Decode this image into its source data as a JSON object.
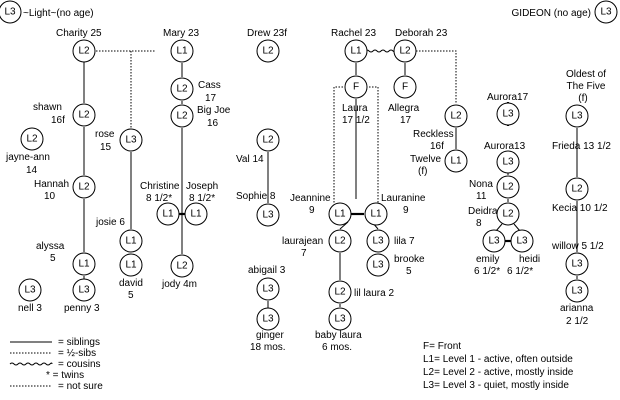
{
  "nodes": {
    "light": "L3",
    "gideon": "L3",
    "charity": "L2",
    "mary": "L1",
    "drew": "L2",
    "rachel": "L1",
    "deborah": "L2",
    "cass": "L2",
    "bigjoe": "L2",
    "shawn": "L2",
    "rose": "L3",
    "jayneann": "L2",
    "hannah": "L2",
    "alyssa": "L1",
    "penny": "L3",
    "nell": "L3",
    "josie": "L1",
    "david": "L1",
    "christine": "L1",
    "joseph": "L1",
    "jody": "L2",
    "laura": "F",
    "allegra": "F",
    "reckless": "L2",
    "twelve": "L1",
    "val": "L2",
    "sophie": "L3",
    "jeannine": "L1",
    "lauranine": "L1",
    "laurajean": "L2",
    "lila": "L3",
    "brooke": "L3",
    "lillaura": "L2",
    "babylaura": "L3",
    "abigail": "L3",
    "ginger": "L3",
    "aurora17": "L3",
    "aurora13": "L3",
    "nona": "L2",
    "deidra": "L2",
    "emily": "L3",
    "heidi": "L3",
    "frieda": "L3",
    "kecia": "L2",
    "willow": "L3",
    "arianna": "L3"
  },
  "labels": {
    "light": "~Light~(no age)",
    "gideon": "GIDEON (no age)",
    "charity": "Charity 25",
    "mary": "Mary 23",
    "drew": "Drew 23f",
    "rachel": "Rachel 23",
    "deborah": "Deborah 23",
    "cass": "Cass",
    "cass_age": "17",
    "bigjoe": "Big Joe",
    "bigjoe_age": "16",
    "shawn": "shawn",
    "shawn_age": "16f",
    "rose": "rose",
    "rose_age": "15",
    "jayneann": "jayne-ann",
    "jayneann_age": "14",
    "hannah": "Hannah",
    "hannah_age": "10",
    "alyssa": "alyssa",
    "alyssa_age": "5",
    "penny": "penny 3",
    "nell": "nell 3",
    "josie": "josie 6",
    "david": "david",
    "david_age": "5",
    "christine": "Christine",
    "christine_age": "8 1/2*",
    "joseph": "Joseph",
    "joseph_age": "8 1/2*",
    "jody": "jody 4m",
    "laura": "Laura",
    "laura_age": "17 1/2",
    "allegra": "Allegra",
    "allegra_age": "17",
    "reckless": "Reckless",
    "reckless_age": "16f",
    "twelve": "Twelve",
    "twelve_f": "(f)",
    "val": "Val 14",
    "sophie": "Sophie 8",
    "jeannine": "Jeannine",
    "jeannine_age": "9",
    "lauranine": "Lauranine",
    "lauranine_age": "9",
    "laurajean": "laurajean",
    "laurajean_age": "7",
    "lila": "lila 7",
    "brooke": "brooke",
    "brooke_age": "5",
    "lillaura": "lil laura 2",
    "babylaura": "baby laura",
    "babylaura_age": "6 mos.",
    "abigail": "abigail 3",
    "ginger": "ginger",
    "ginger_age": "18 mos.",
    "aurora17": "Aurora17",
    "aurora13": "Aurora13",
    "nona": "Nona",
    "nona_age": "11",
    "deidra": "Deidra",
    "deidra_age": "8",
    "emily": "emily",
    "emily_age": "6 1/2*",
    "heidi": "heidi",
    "heidi_age": "6 1/2*",
    "oldest1": "Oldest of",
    "oldest2": "The Five",
    "oldest3": "(f)",
    "frieda": "Frieda 13 1/2",
    "kecia": "Kecia 10 1/2",
    "willow": "willow 5 1/2",
    "arianna": "arianna",
    "arianna_age": "2 1/2"
  },
  "legend_left": {
    "siblings": "= siblings",
    "half_sibs": "= ½-sibs",
    "cousins": "= cousins",
    "twins": "* = twins",
    "not_sure": "= not sure"
  },
  "legend_right": {
    "f": "F= Front",
    "l1": "L1= Level 1 - active, often outside",
    "l2": "L2= Level 2 - active, mostly inside",
    "l3": "L3= Level 3 - quiet, mostly inside"
  }
}
